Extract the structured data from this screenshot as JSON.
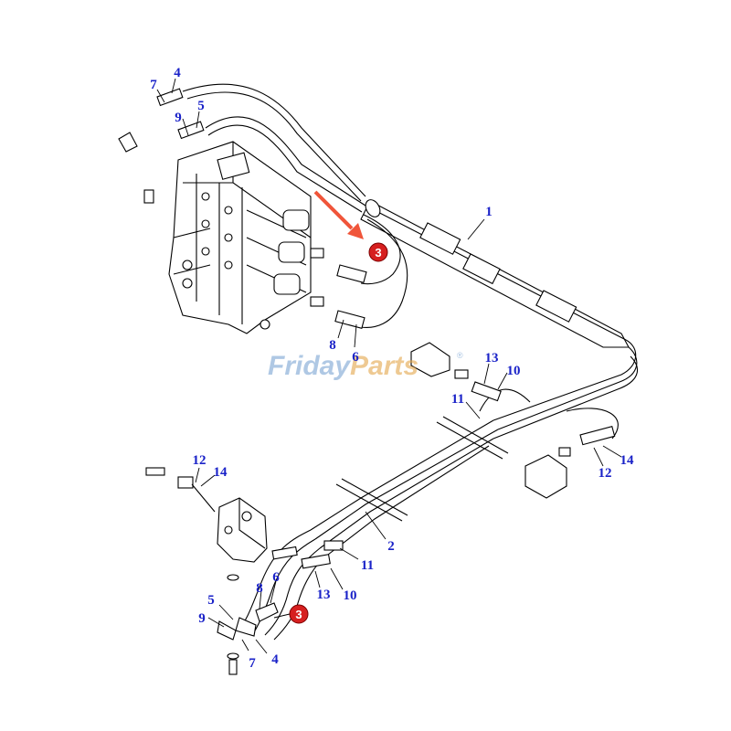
{
  "watermark": {
    "part1": "Friday",
    "part2": "Parts",
    "reg": "®"
  },
  "callout": {
    "label": "3",
    "color": "#d61f1f",
    "arrow_color": "#f0553a"
  },
  "part_color": "#1a22c8",
  "part_numbers": {
    "top_1": "1",
    "top_4": "4",
    "top_7": "7",
    "top_5": "5",
    "top_9": "9",
    "top_8": "8",
    "top_6": "6",
    "mid_13": "13",
    "mid_10": "10",
    "mid_11": "11",
    "right_14": "14",
    "right_12": "12",
    "left_12": "12",
    "left_14": "14",
    "mid_2": "2",
    "low_11": "11",
    "low_10": "10",
    "low_13": "13",
    "low_6": "6",
    "low_8": "8",
    "low_5": "5",
    "low_9": "9",
    "low_7": "7",
    "low_4": "4"
  }
}
